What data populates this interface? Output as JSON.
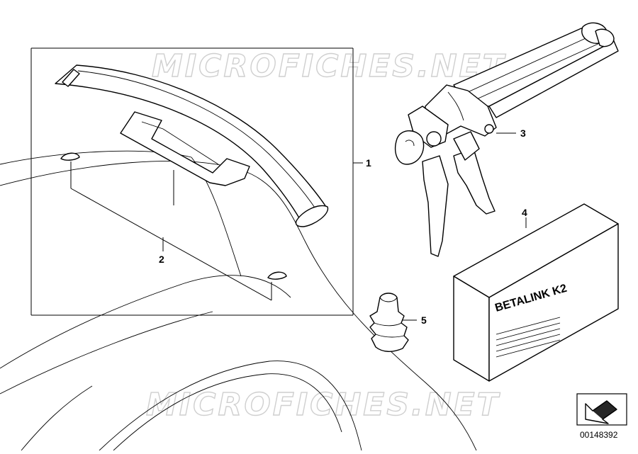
{
  "watermark": {
    "text": "MICROFICHES.NET"
  },
  "callouts": {
    "c1": "1",
    "c2": "2",
    "c3": "3",
    "c4": "4",
    "c5": "5"
  },
  "box_label": "BETALINK K2",
  "diagram_number": "00148392",
  "icons": {
    "corner": "corner-arrow-icon"
  }
}
